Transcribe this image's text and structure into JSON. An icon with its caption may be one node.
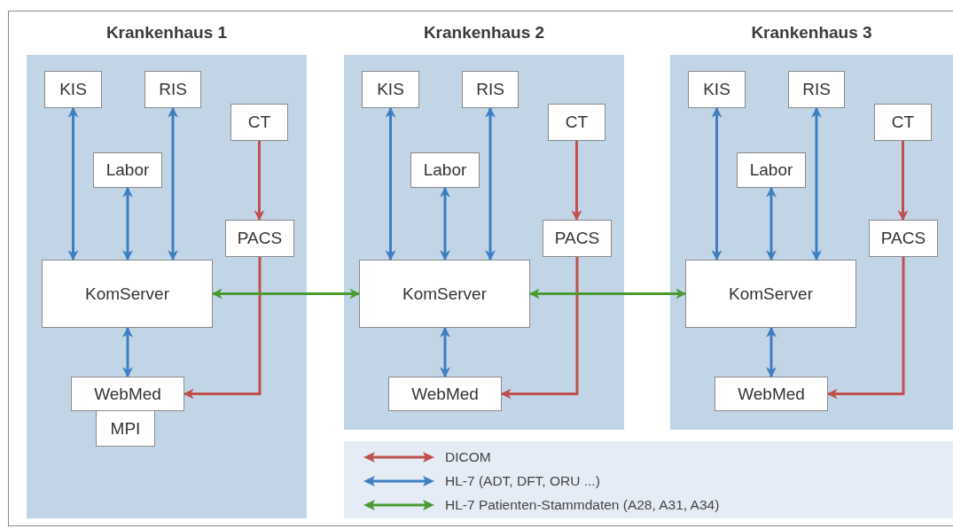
{
  "diagram": {
    "nodes": [
      {
        "text": [
          "Krankenhaus 1"
        ]
      },
      {
        "text": [
          "KIS"
        ],
        "in": 0
      },
      {
        "text": [
          "RIS"
        ],
        "in": 0
      },
      {
        "text": [
          "CT"
        ],
        "in": 0
      },
      {
        "text": [
          "Labor"
        ],
        "in": 0
      },
      {
        "text": [
          "PACS"
        ],
        "in": 0
      },
      {
        "text": [
          "KomServer"
        ],
        "in": 0
      },
      {
        "text": [
          "WebMed"
        ],
        "in": 0
      },
      {
        "text": [
          "MPI"
        ],
        "in": 0
      },
      {
        "text": [
          "Krankenhaus 2"
        ]
      },
      {
        "text": [
          "KIS"
        ],
        "in": 9
      },
      {
        "text": [
          "RIS"
        ],
        "in": 9
      },
      {
        "text": [
          "CT"
        ],
        "in": 9
      },
      {
        "text": [
          "Labor"
        ],
        "in": 9
      },
      {
        "text": [
          "PACS"
        ],
        "in": 9
      },
      {
        "text": [
          "KomServer"
        ],
        "in": 9
      },
      {
        "text": [
          "WebMed"
        ],
        "in": 9
      },
      {
        "text": [
          "Krankenhaus 3"
        ]
      },
      {
        "text": [
          "KIS"
        ],
        "in": 17
      },
      {
        "text": [
          "RIS"
        ],
        "in": 17
      },
      {
        "text": [
          "CT"
        ],
        "in": 17
      },
      {
        "text": [
          "Labor"
        ],
        "in": 17
      },
      {
        "text": [
          "PACS"
        ],
        "in": 17
      },
      {
        "text": [
          "KomServer"
        ],
        "in": 17
      },
      {
        "text": [
          "WebMed"
        ],
        "in": 17
      }
    ],
    "edges": [
      {
        "from": 1,
        "to": 6,
        "arrow": "both"
      },
      {
        "from": 4,
        "to": 6,
        "arrow": "both"
      },
      {
        "from": 2,
        "to": 6,
        "arrow": "both"
      },
      {
        "from": 3,
        "to": 5,
        "arrow": "to",
        "color": "#c0504d"
      },
      {
        "from": 6,
        "to": 7,
        "arrow": "both"
      },
      {
        "from": 5,
        "to": 7,
        "arrow": "to",
        "color": "#c0504d"
      },
      {
        "from": 10,
        "to": 15,
        "arrow": "both"
      },
      {
        "from": 13,
        "to": 15,
        "arrow": "both"
      },
      {
        "from": 11,
        "to": 15,
        "arrow": "both"
      },
      {
        "from": 12,
        "to": 14,
        "arrow": "to",
        "color": "#c0504d"
      },
      {
        "from": 15,
        "to": 16,
        "arrow": "both"
      },
      {
        "from": 14,
        "to": 16,
        "arrow": "to",
        "color": "#c0504d"
      },
      {
        "from": 18,
        "to": 23,
        "arrow": "both"
      },
      {
        "from": 21,
        "to": 23,
        "arrow": "both"
      },
      {
        "from": 19,
        "to": 23,
        "arrow": "both"
      },
      {
        "from": 20,
        "to": 22,
        "arrow": "to",
        "color": "#c0504d"
      },
      {
        "from": 23,
        "to": 24,
        "arrow": "both"
      },
      {
        "from": 22,
        "to": 24,
        "arrow": "to",
        "color": "#c0504d"
      },
      {
        "from": 6,
        "to": 15,
        "arrow": "both",
        "color": "#4a9a32"
      },
      {
        "from": 15,
        "to": 23,
        "arrow": "both",
        "color": "#4a9a32"
      }
    ],
    "legend": [
      {
        "text": "DICOM"
      },
      {
        "text": "HL-7 (ADT, DFT, ORU ...)"
      },
      {
        "text": "HL-7 Patienten-Stammdaten (A28, A31, A34)"
      }
    ]
  }
}
